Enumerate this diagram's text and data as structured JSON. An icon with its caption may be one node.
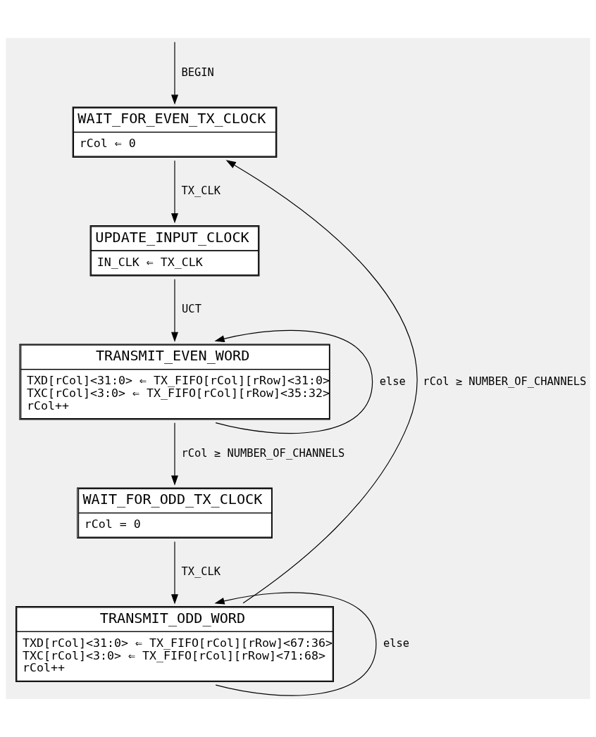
{
  "diagram": {
    "nodes": [
      {
        "text": [
          "WAIT_FOR_EVEN_TX_CLOCK",
          "rCol ⇐ 0"
        ]
      },
      {
        "text": [
          "UPDATE_INPUT_CLOCK",
          "IN_CLK ⇐ TX_CLK"
        ]
      },
      {
        "text": [
          "TRANSMIT_EVEN_WORD",
          "TXD[rCol]<31:0> ⇐ TX_FIFO[rCol][rRow]<31:0>",
          "TXC[rCol]<3:0> ⇐ TX_FIFO[rCol][rRow]<35:32>",
          "rCol++"
        ]
      },
      {
        "text": [
          "WAIT_FOR_ODD_TX_CLOCK",
          "rCol = 0"
        ]
      },
      {
        "text": [
          "TRANSMIT_ODD_WORD",
          "TXD[rCol]<31:0> ⇐ TX_FIFO[rCol][rRow]<67:36>",
          "TXC[rCol]<3:0> ⇐ TX_FIFO[rCol][rRow]<71:68>",
          "rCol++"
        ]
      }
    ],
    "edges": [
      {
        "from": null,
        "to": 0,
        "arrow": "to",
        "label": "BEGIN"
      },
      {
        "from": 0,
        "to": 1,
        "arrow": "to",
        "label": "TX_CLK"
      },
      {
        "from": 1,
        "to": 2,
        "arrow": "to",
        "label": "UCT"
      },
      {
        "from": 2,
        "to": 3,
        "arrow": "to",
        "label": "rCol ≥ NUMBER_OF_CHANNELS"
      },
      {
        "from": 2,
        "to": 2,
        "arrow": "to",
        "label": "else"
      },
      {
        "from": 3,
        "to": 4,
        "arrow": "to",
        "label": "TX_CLK"
      },
      {
        "from": 4,
        "to": 0,
        "arrow": "to",
        "label": "rCol ≥ NUMBER_OF_CHANNELS"
      },
      {
        "from": 4,
        "to": 4,
        "arrow": "to",
        "label": "else"
      }
    ]
  }
}
